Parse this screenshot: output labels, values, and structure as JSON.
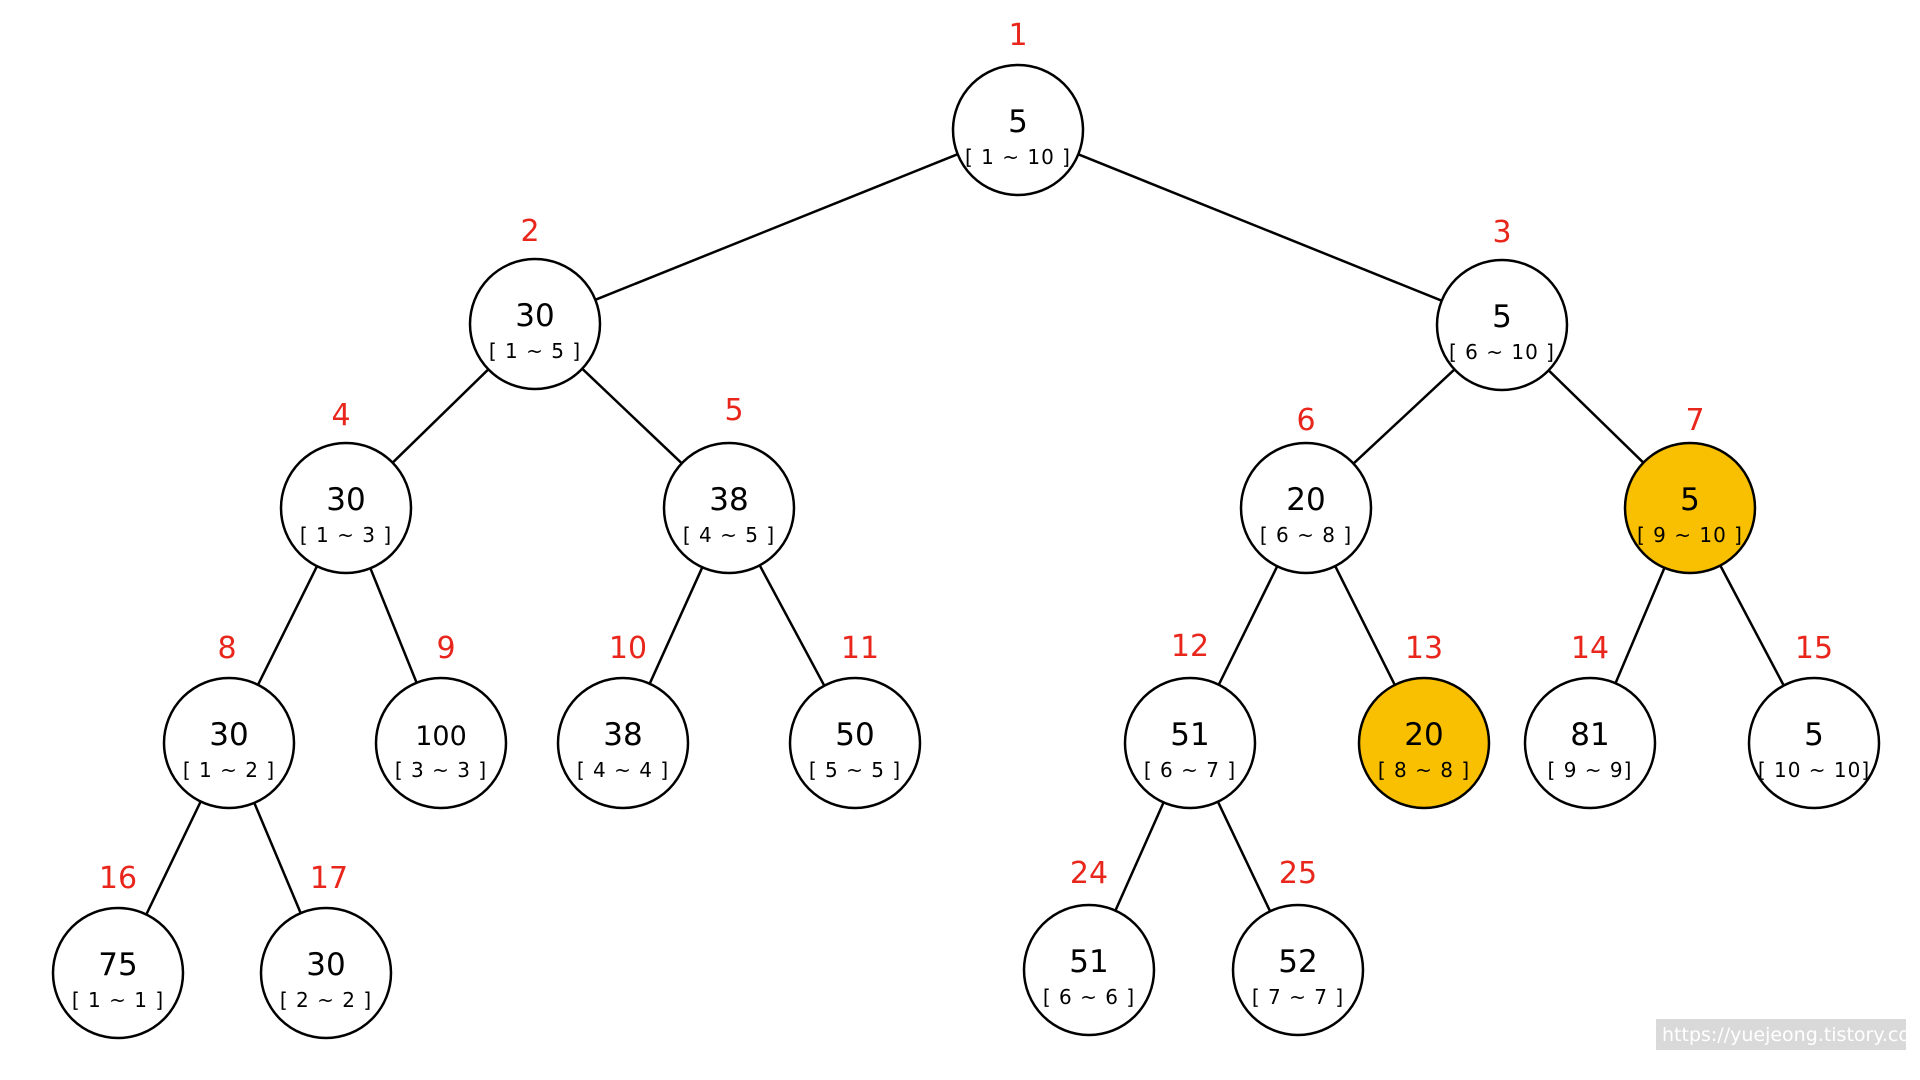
{
  "colors": {
    "highlight": "#f8c000",
    "index_text": "#e8261c",
    "node_fill": "#ffffff"
  },
  "nodes": [
    {
      "id": "1",
      "value": "5",
      "range": "[ 1 ~ 10 ]",
      "highlight": false
    },
    {
      "id": "2",
      "value": "30",
      "range": "[ 1 ~ 5 ]",
      "highlight": false
    },
    {
      "id": "3",
      "value": "5",
      "range": "[ 6 ~ 10 ]",
      "highlight": false
    },
    {
      "id": "4",
      "value": "30",
      "range": "[ 1 ~ 3 ]",
      "highlight": false
    },
    {
      "id": "5",
      "value": "38",
      "range": "[ 4 ~ 5 ]",
      "highlight": false
    },
    {
      "id": "6",
      "value": "20",
      "range": "[ 6 ~ 8 ]",
      "highlight": false
    },
    {
      "id": "7",
      "value": "5",
      "range": "[ 9 ~ 10 ]",
      "highlight": true
    },
    {
      "id": "8",
      "value": "30",
      "range": "[ 1 ~ 2 ]",
      "highlight": false
    },
    {
      "id": "9",
      "value": "100",
      "range": "[ 3 ~ 3 ]",
      "highlight": false
    },
    {
      "id": "10",
      "value": "38",
      "range": "[ 4 ~ 4 ]",
      "highlight": false
    },
    {
      "id": "11",
      "value": "50",
      "range": "[ 5 ~ 5 ]",
      "highlight": false
    },
    {
      "id": "12",
      "value": "51",
      "range": "[ 6 ~ 7 ]",
      "highlight": false
    },
    {
      "id": "13",
      "value": "20",
      "range": "[ 8 ~ 8 ]",
      "highlight": true
    },
    {
      "id": "14",
      "value": "81",
      "range": "[ 9 ~ 9]",
      "highlight": false
    },
    {
      "id": "15",
      "value": "5",
      "range": "[ 10 ~ 10]",
      "highlight": false
    },
    {
      "id": "16",
      "value": "75",
      "range": "[ 1 ~ 1 ]",
      "highlight": false
    },
    {
      "id": "17",
      "value": "30",
      "range": "[ 2 ~ 2 ]",
      "highlight": false
    },
    {
      "id": "24",
      "value": "51",
      "range": "[ 6 ~ 6 ]",
      "highlight": false
    },
    {
      "id": "25",
      "value": "52",
      "range": "[ 7 ~ 7 ]",
      "highlight": false
    }
  ],
  "edges": [
    [
      "1",
      "2"
    ],
    [
      "1",
      "3"
    ],
    [
      "2",
      "4"
    ],
    [
      "2",
      "5"
    ],
    [
      "3",
      "6"
    ],
    [
      "3",
      "7"
    ],
    [
      "4",
      "8"
    ],
    [
      "4",
      "9"
    ],
    [
      "5",
      "10"
    ],
    [
      "5",
      "11"
    ],
    [
      "6",
      "12"
    ],
    [
      "6",
      "13"
    ],
    [
      "7",
      "14"
    ],
    [
      "7",
      "15"
    ],
    [
      "8",
      "16"
    ],
    [
      "8",
      "17"
    ],
    [
      "12",
      "24"
    ],
    [
      "12",
      "25"
    ]
  ],
  "watermark": "https://yuejeong.tistory.com"
}
